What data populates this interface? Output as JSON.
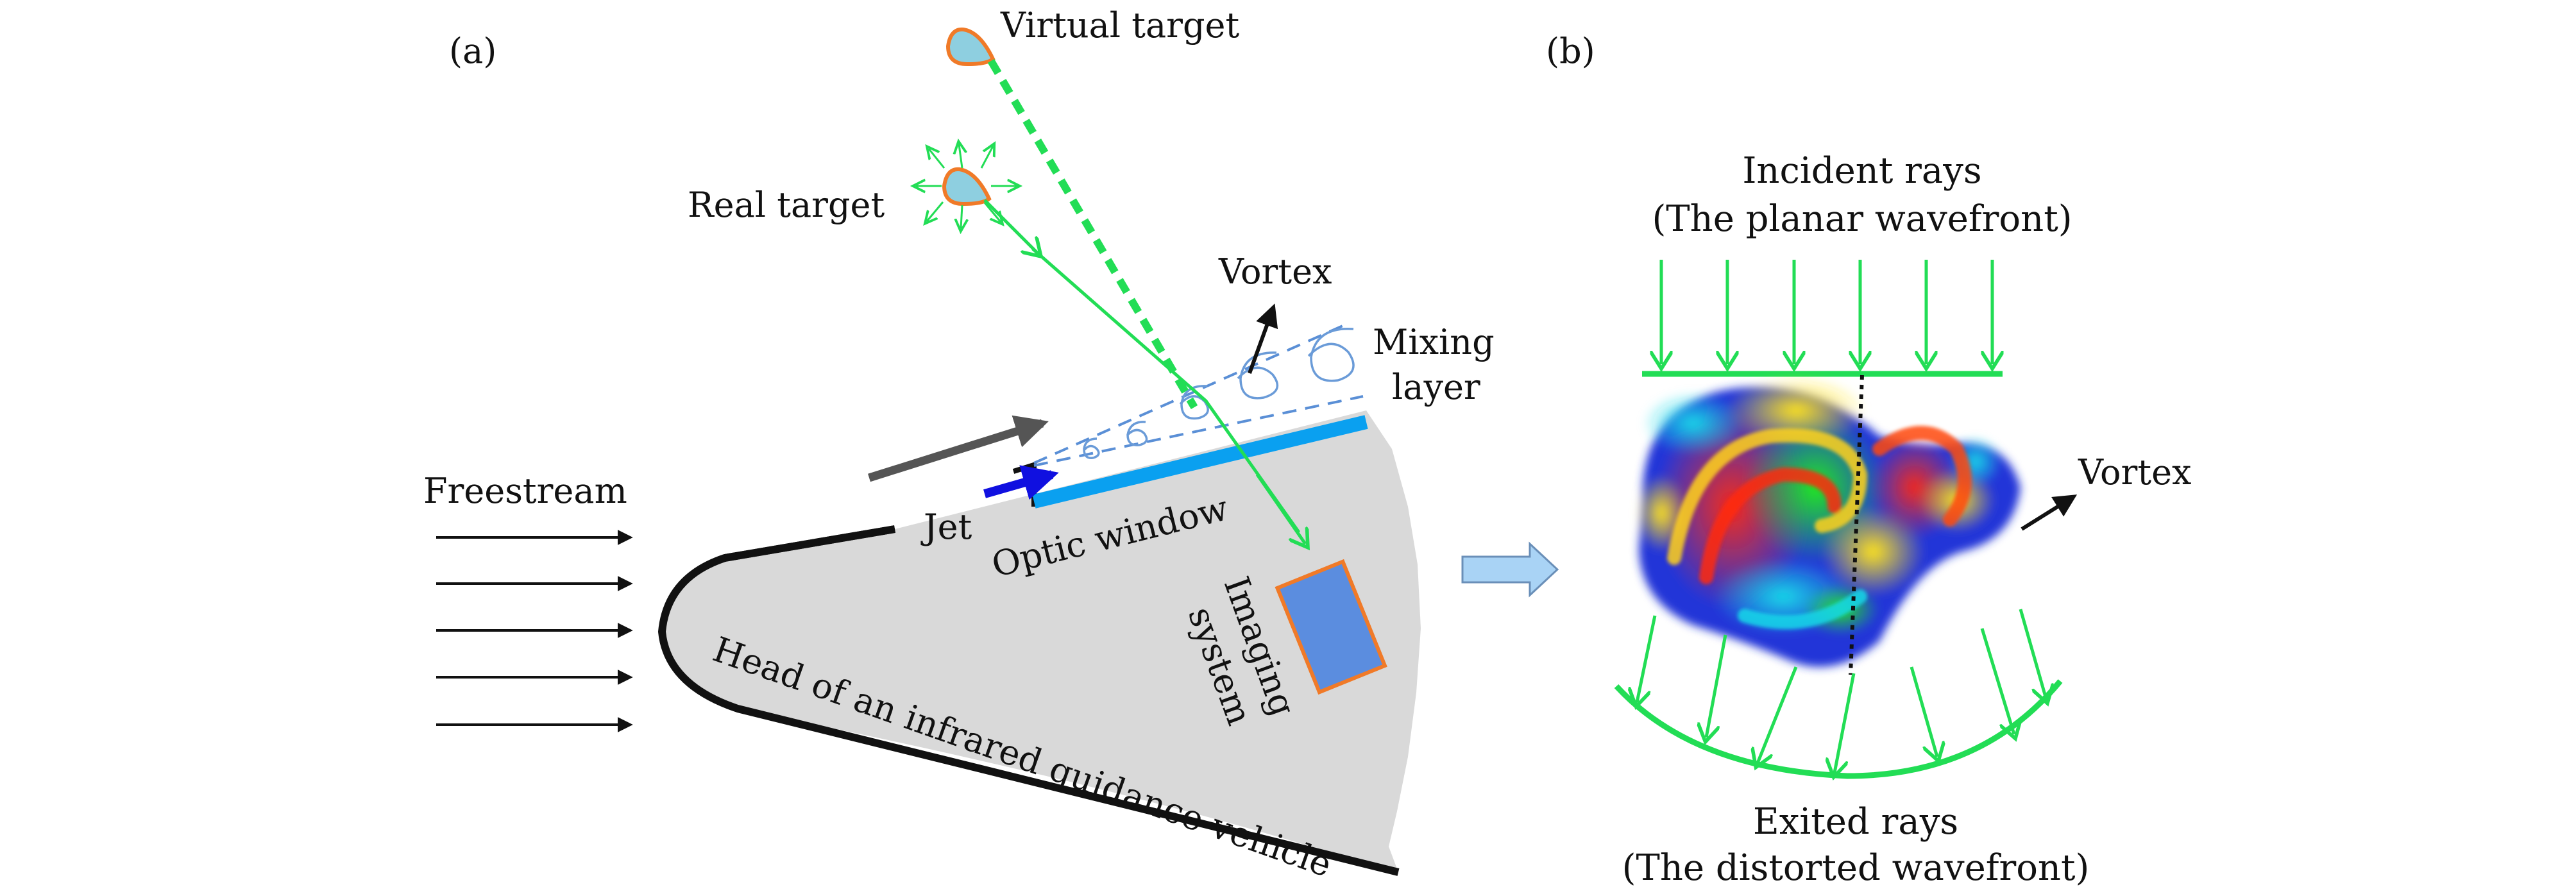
{
  "panel_a": {
    "label": "(a)",
    "virtual_target": "Virtual target",
    "real_target": "Real target",
    "vortex": "Vortex",
    "mixing_layer_line1": "Mixing",
    "mixing_layer_line2": "layer",
    "freestream": "Freestream",
    "jet": "Jet",
    "optic_window": "Optic window",
    "imaging_system_line1": "Imaging",
    "imaging_system_line2": "system",
    "vehicle_head": "Head of an infrared guidance vehicle"
  },
  "panel_b": {
    "label": "(b)",
    "incident_line1": "Incident rays",
    "incident_line2": "(The planar wavefront)",
    "vortex": "Vortex",
    "exited_line1": "Exited rays",
    "exited_line2": "(The distorted wavefront)"
  },
  "colors": {
    "ray_green": "#22dd55",
    "window_blue": "#0aa0f0",
    "jet_blue": "#1010e0",
    "mixing_blue": "#5a8fd6",
    "vehicle_gray": "#d9d9d9",
    "imaging_box": "#5b8ddf",
    "target_fill": "#8ecfe0",
    "target_edge": "#f07a28"
  },
  "icons": [
    "arrow-icon",
    "target-icon",
    "vortex-icon"
  ]
}
